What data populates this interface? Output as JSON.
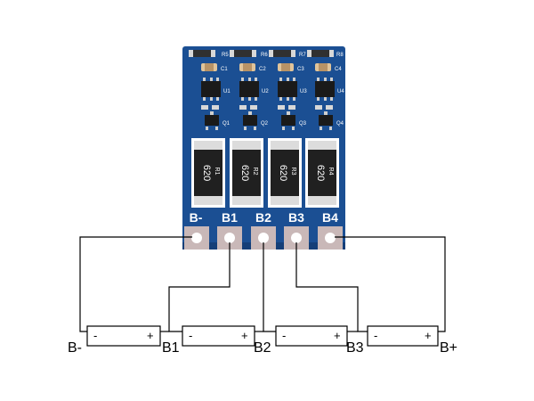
{
  "board": {
    "pad_labels": [
      "B-",
      "B1",
      "B2",
      "B3",
      "B4"
    ],
    "silkscreen_top": [
      "R5",
      "R6",
      "R7",
      "R8"
    ],
    "silkscreen_caps": [
      "C1",
      "C2",
      "C3",
      "C4"
    ],
    "silkscreen_ic": [
      "U1",
      "U2",
      "U3",
      "U4"
    ],
    "silkscreen_q": [
      "Q1",
      "Q2",
      "Q3",
      "Q4"
    ],
    "resistor_value": "620",
    "resistor_labels": [
      "R1",
      "R2",
      "R3",
      "R4"
    ],
    "colors": {
      "pcb": "#1b4f93",
      "pad": "#c9b8b8",
      "silk": "#ffffff",
      "resistor": "#202020"
    }
  },
  "cells": [
    {
      "minus": "-",
      "plus": "+"
    },
    {
      "minus": "-",
      "plus": "+"
    },
    {
      "minus": "-",
      "plus": "+"
    },
    {
      "minus": "-",
      "plus": "+"
    }
  ],
  "terminal_labels": [
    "B-",
    "B1",
    "B2",
    "B3",
    "B+"
  ]
}
